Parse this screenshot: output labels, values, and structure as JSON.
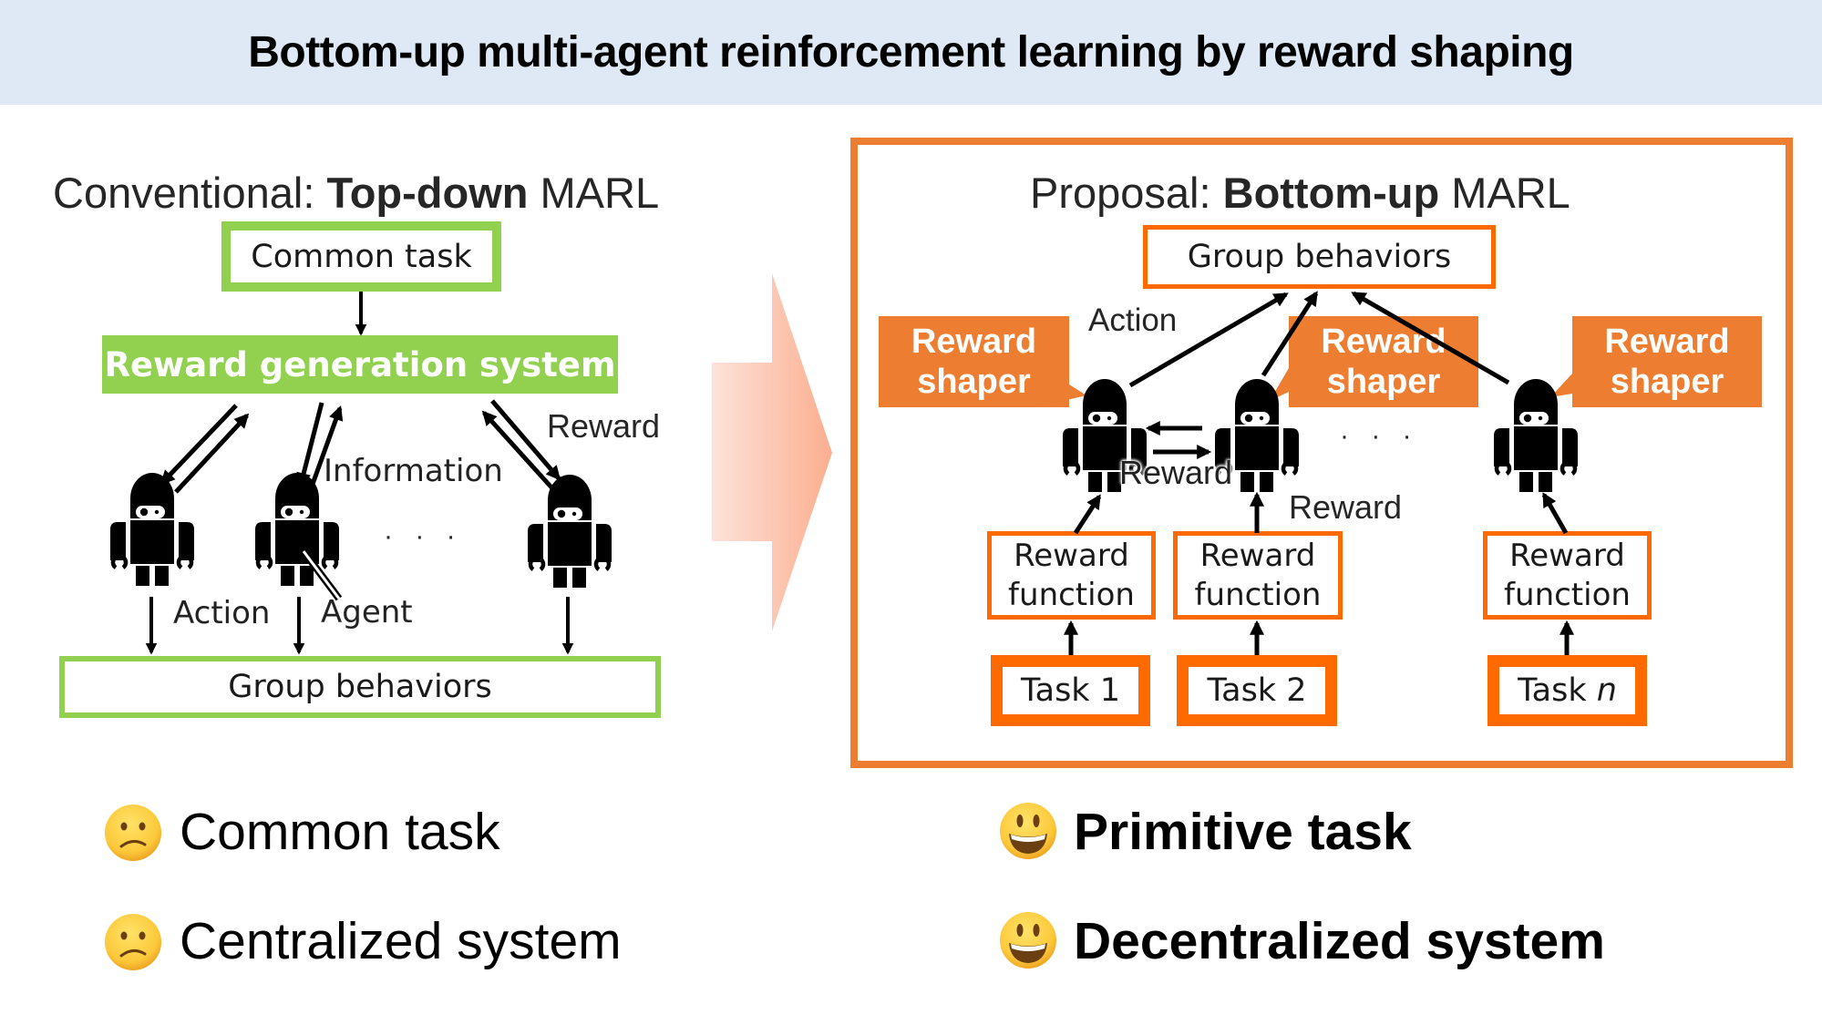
{
  "header": {
    "title": "Bottom-up multi-agent reinforcement learning by reward shaping"
  },
  "left": {
    "title_prefix": "Conventional: ",
    "title_bold": "Top-down",
    "title_suffix": " MARL",
    "common_task": "Common task",
    "reward_system": "Reward generation system",
    "group_behaviors": "Group behaviors",
    "labels": {
      "reward": "Reward",
      "information": "Information",
      "action": "Action",
      "agent": "Agent",
      "ellipsis": "· · ·"
    }
  },
  "right": {
    "title_prefix": "Proposal: ",
    "title_bold": "Bottom-up",
    "title_suffix": " MARL",
    "group_behaviors": "Group behaviors",
    "shapers": [
      {
        "line1": "Reward",
        "line2": "shaper"
      },
      {
        "line1": "Reward",
        "line2": "shaper"
      },
      {
        "line1": "Reward",
        "line2": "shaper"
      }
    ],
    "labels": {
      "action": "Action",
      "reward_between": "Reward",
      "reward": "Reward",
      "ellipsis": "· · ·"
    },
    "reward_functions": [
      {
        "line1": "Reward",
        "line2": "function"
      },
      {
        "line1": "Reward",
        "line2": "function"
      },
      {
        "line1": "Reward",
        "line2": "function"
      }
    ],
    "tasks": [
      {
        "label": "Task 1",
        "suffix": ""
      },
      {
        "label": "Task 2",
        "suffix": ""
      },
      {
        "label": "Task ",
        "suffix": "n"
      }
    ]
  },
  "bullets": {
    "left": [
      {
        "icon": "confused-face-icon",
        "text": "Common task"
      },
      {
        "icon": "confused-face-icon",
        "text": "Centralized system"
      }
    ],
    "right": [
      {
        "icon": "smiling-face-icon",
        "text": "Primitive task"
      },
      {
        "icon": "smiling-face-icon",
        "text": "Decentralized system"
      }
    ]
  },
  "colors": {
    "header_bg": "#dee9f5",
    "green": "#92d050",
    "orange_panel": "#ed7d31",
    "orange_box": "#ff6a00"
  }
}
